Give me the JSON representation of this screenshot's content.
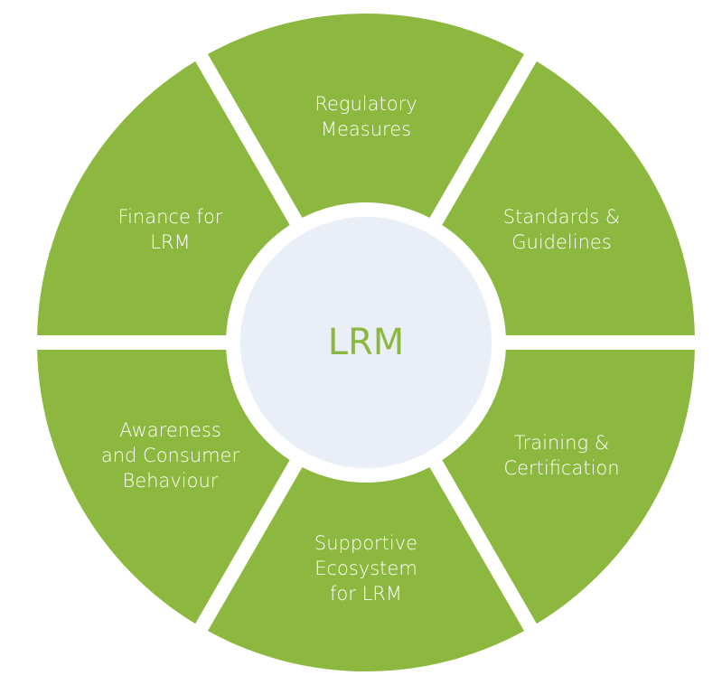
{
  "diagram": {
    "center": {
      "label": "LRM"
    },
    "segments": [
      {
        "label_lines": [
          "Regulatory",
          "Measures"
        ]
      },
      {
        "label_lines": [
          "Standards &",
          "Guidelines"
        ]
      },
      {
        "label_lines": [
          "Training &",
          "Certification"
        ]
      },
      {
        "label_lines": [
          "Supportive",
          "Ecosystem",
          "for LRM"
        ]
      },
      {
        "label_lines": [
          "Awareness",
          "and Consumer",
          "Behaviour"
        ]
      },
      {
        "label_lines": [
          "Finance for",
          "LRM"
        ]
      }
    ]
  },
  "colors": {
    "segment_fill": "#8db83f",
    "segment_text": "#ffffff",
    "center_fill": "#e9eef7",
    "center_ring": "#ffffff",
    "center_text": "#8db83f",
    "background": "#ffffff"
  }
}
